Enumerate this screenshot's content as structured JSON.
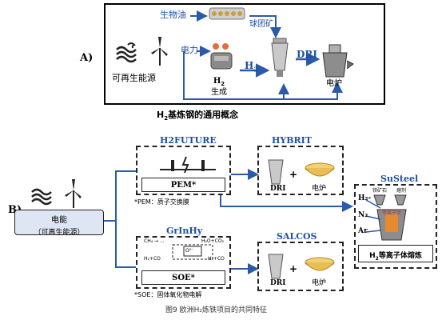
{
  "partA": {
    "label": "A)",
    "biooil": "生物油",
    "pellet": "球团矿",
    "power": "电力",
    "renewable": "可再生能源",
    "h2_prefix": "H",
    "h2_sub": "2",
    "h2_gen": "生成",
    "h2_arrow_prefix": "H",
    "h2_arrow_sub": "2",
    "dri": "DRI",
    "furnace": "电炉",
    "caption_prefix": "H",
    "caption_sub": "2",
    "caption_rest": "基炼钢的通用概念"
  },
  "partB": {
    "label": "B)",
    "power_label": "电能",
    "power_sub": "（可再生能源）",
    "h2future": {
      "title": "H2FUTURE",
      "box": "PEM*",
      "note": "*PEM：质子交换膜"
    },
    "hybrit": {
      "title": "HYBRIT",
      "dri": "DRI",
      "plus": "+",
      "furnace": "电炉"
    },
    "grinhy": {
      "title": "GrInHy",
      "box": "SOE*",
      "note": "*SOE：固体氧化物电解",
      "eq_left": "CH₄ → ...",
      "eq_right": "H₂O+CO₂",
      "o2": "O²⁻",
      "eq_bl": "H₂+CO",
      "eq_br": "H₂+CO"
    },
    "salcos": {
      "title": "SALCOS",
      "dri": "DRI",
      "plus": "+",
      "furnace": "电炉"
    },
    "susteel": {
      "title": "SuSteel",
      "ore": "铁矿石",
      "flux": "熔剂",
      "plasma": "等离子体",
      "h2": "H₂-",
      "n2": "N₂",
      "ar": "Ar",
      "box_prefix": "H",
      "box_sub": "2",
      "box_rest": "等离子体熔炼"
    }
  },
  "figure_caption": "图9  欧洲H₂炼铁项目的共同特征",
  "colors": {
    "arrow": "#2c5aa8",
    "box_fill": "#dfe6f3"
  }
}
